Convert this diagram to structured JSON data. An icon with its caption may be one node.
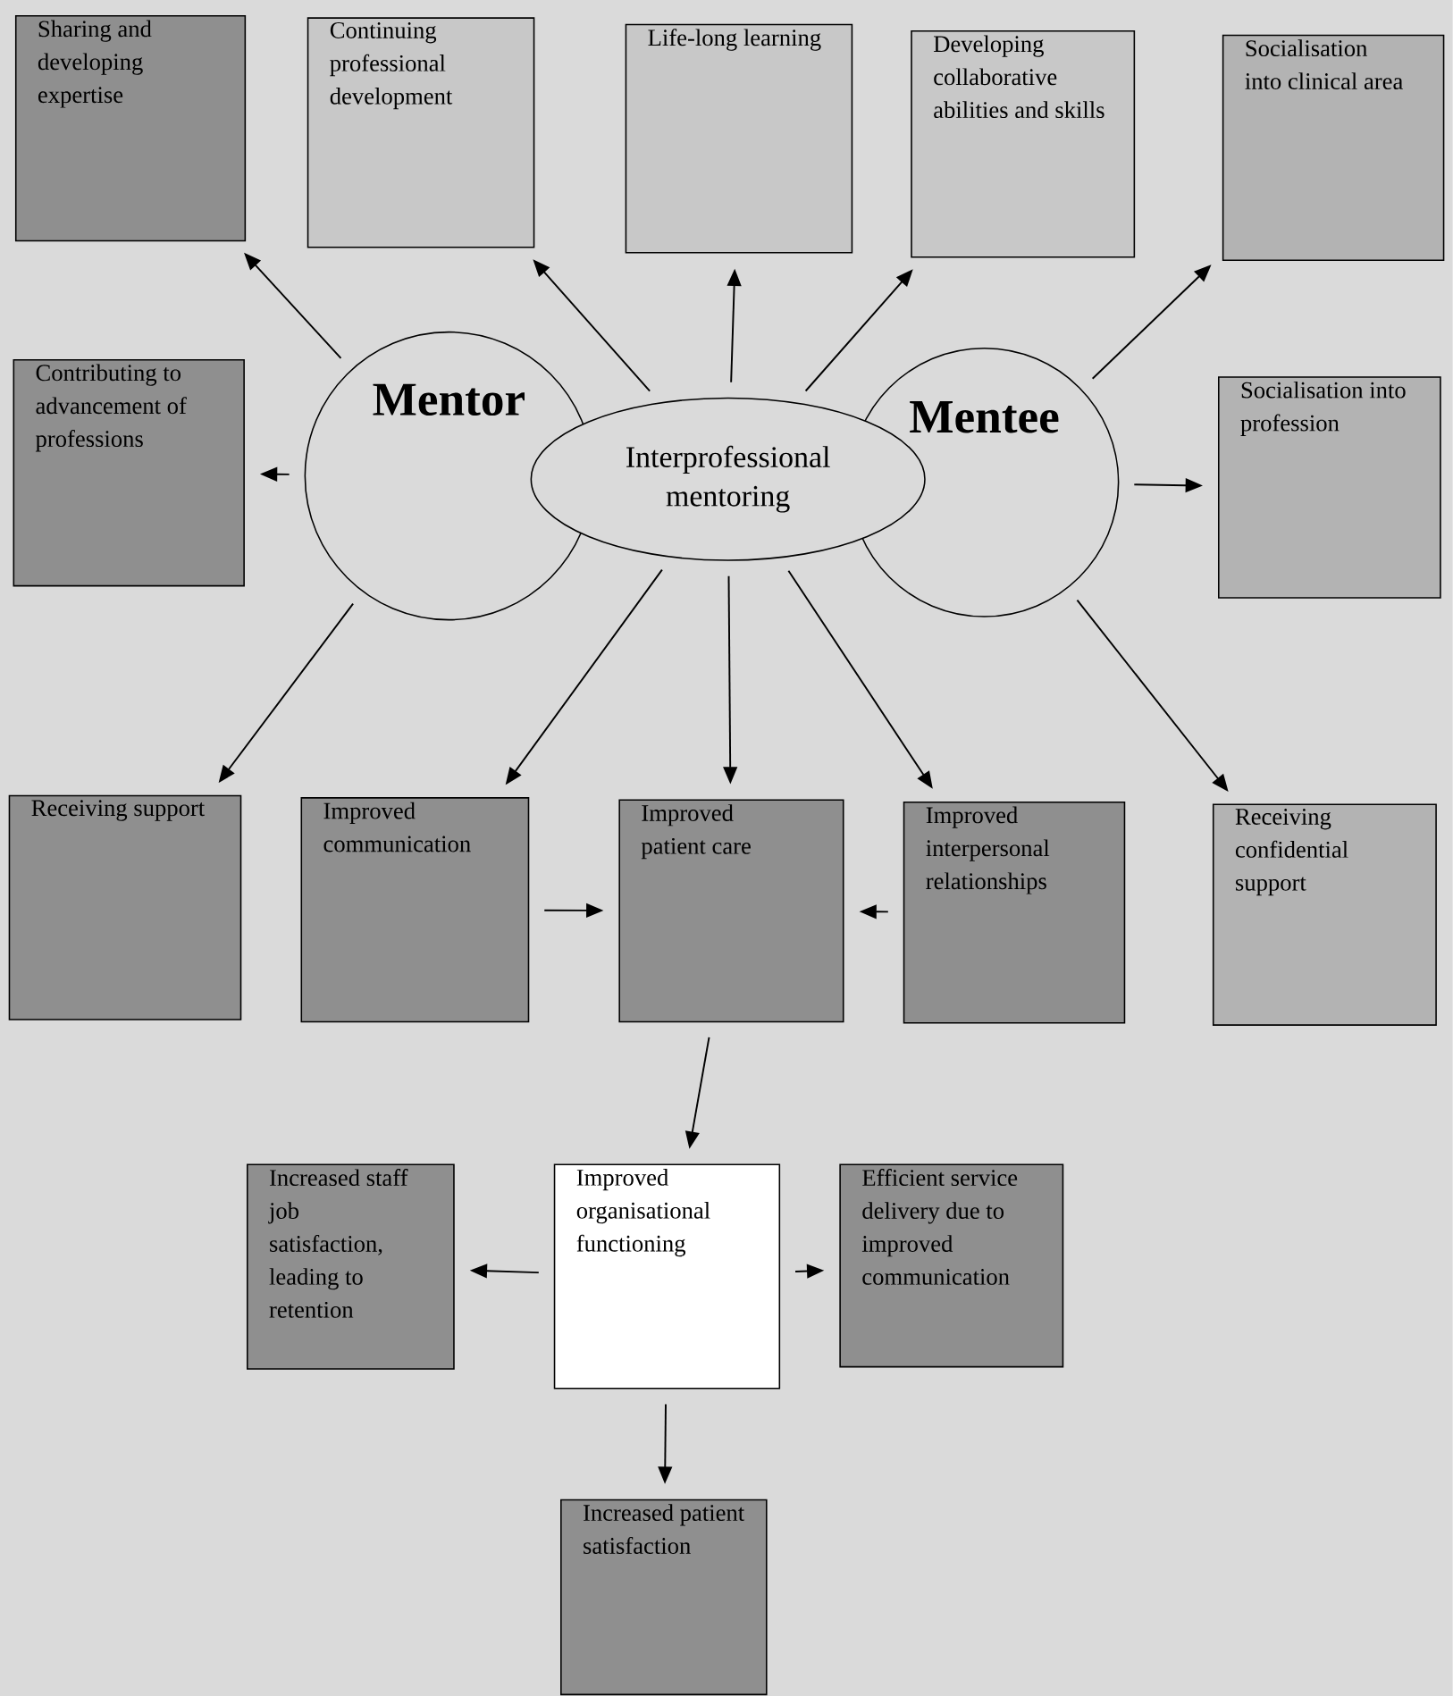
{
  "diagram": {
    "nodes": [
      {
        "text": [
          "Sharing and developing expertise"
        ]
      },
      {
        "text": [
          "Continuing professional development"
        ]
      },
      {
        "text": [
          "Life-long learning"
        ]
      },
      {
        "text": [
          "Developing collaborative abilities and skills"
        ]
      },
      {
        "text": [
          "Socialisation into clinical area"
        ]
      },
      {
        "text": [
          "Contributing to advancement of professions"
        ]
      },
      {
        "text": [
          "Mentor"
        ]
      },
      {
        "text": [
          "Interprofessional mentoring"
        ]
      },
      {
        "text": [
          "Mentee"
        ]
      },
      {
        "text": [
          "Socialisation into profession"
        ]
      },
      {
        "text": [
          "Receiving support"
        ]
      },
      {
        "text": [
          "Improved communication"
        ]
      },
      {
        "text": [
          "Improved patient care"
        ]
      },
      {
        "text": [
          "Improved interpersonal relationships"
        ]
      },
      {
        "text": [
          "Receiving confidential support"
        ]
      },
      {
        "text": [
          "Increased staff job satisfaction, leading to retention"
        ]
      },
      {
        "text": [
          "Improved organisational functioning"
        ]
      },
      {
        "text": [
          "Efficient service delivery due to improved communication"
        ]
      },
      {
        "text": [
          "Increased patient satisfaction"
        ]
      }
    ],
    "edges": [
      {
        "from": 6,
        "to": 0,
        "arrow": "to"
      },
      {
        "from": 6,
        "to": 5,
        "arrow": "to"
      },
      {
        "from": 6,
        "to": 10,
        "arrow": "to"
      },
      {
        "from": 7,
        "to": 1,
        "arrow": "to"
      },
      {
        "from": 7,
        "to": 2,
        "arrow": "to"
      },
      {
        "from": 7,
        "to": 3,
        "arrow": "to"
      },
      {
        "from": 8,
        "to": 4,
        "arrow": "to"
      },
      {
        "from": 8,
        "to": 9,
        "arrow": "to"
      },
      {
        "from": 8,
        "to": 14,
        "arrow": "to"
      },
      {
        "from": 7,
        "to": 11,
        "arrow": "to"
      },
      {
        "from": 7,
        "to": 12,
        "arrow": "to"
      },
      {
        "from": 7,
        "to": 13,
        "arrow": "to"
      },
      {
        "from": 11,
        "to": 12,
        "arrow": "to"
      },
      {
        "from": 13,
        "to": 12,
        "arrow": "to"
      },
      {
        "from": 12,
        "to": 16,
        "arrow": "to"
      },
      {
        "from": 16,
        "to": 15,
        "arrow": "to"
      },
      {
        "from": 16,
        "to": 17,
        "arrow": "to"
      },
      {
        "from": 16,
        "to": 18,
        "arrow": "to"
      }
    ]
  }
}
